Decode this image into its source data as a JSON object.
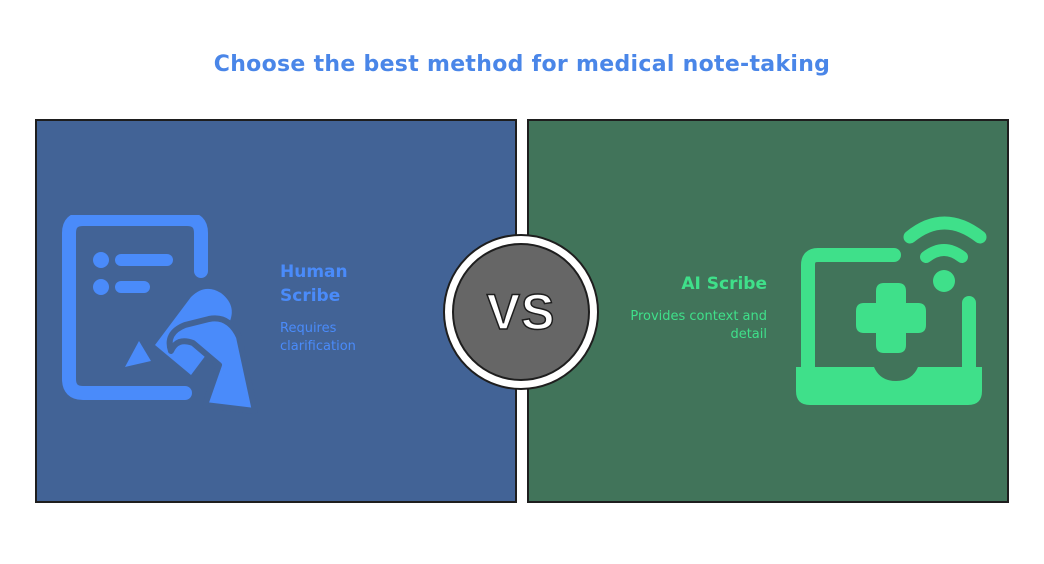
{
  "title": "Choose the best method for medical note-taking",
  "left": {
    "title": "Human Scribe",
    "subtitle": "Requires clarification",
    "icon": "document-pen-icon",
    "bg_color": "#426396",
    "accent_color": "#4a8bfa"
  },
  "right": {
    "title": "AI Scribe",
    "subtitle": "Provides context and detail",
    "icon": "laptop-medical-wifi-icon",
    "bg_color": "#41745a",
    "accent_color": "#3fe08a"
  },
  "vs": "VS"
}
